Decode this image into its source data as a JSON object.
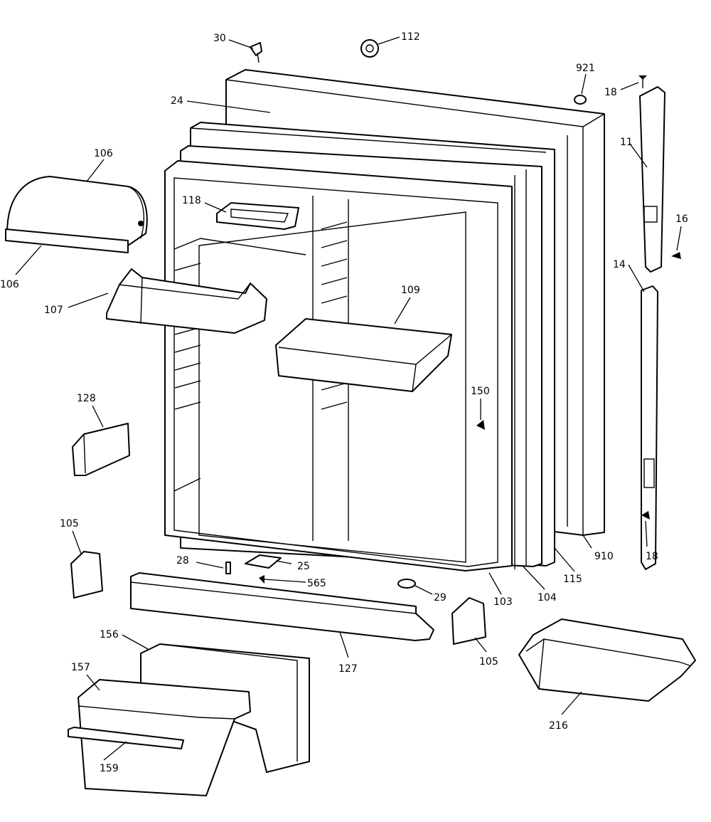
{
  "diagram": {
    "callouts": {
      "c30": "30",
      "c112": "112",
      "c921": "921",
      "c18a": "18",
      "c24": "24",
      "c106a": "106",
      "c11": "11",
      "c16": "16",
      "c118": "118",
      "c106b": "106",
      "c14": "14",
      "c107": "107",
      "c109": "109",
      "c128": "128",
      "c150": "150",
      "c105a": "105",
      "c28": "28",
      "c25": "25",
      "c565": "565",
      "c29": "29",
      "c910": "910",
      "c18b": "18",
      "c115": "115",
      "c104": "104",
      "c103": "103",
      "c127": "127",
      "c156": "156",
      "c105b": "105",
      "c157": "157",
      "c216": "216",
      "c159": "159"
    }
  }
}
